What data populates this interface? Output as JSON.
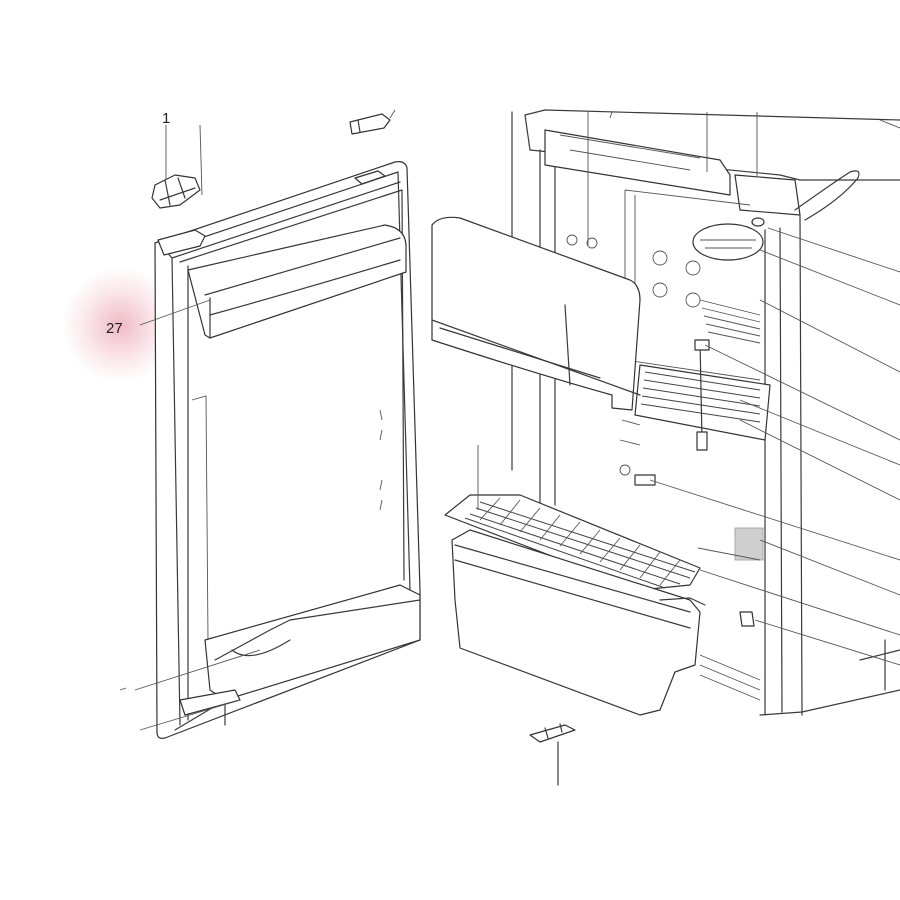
{
  "diagram": {
    "callouts": [
      {
        "id": "callout-1",
        "text": "1"
      },
      {
        "id": "callout-27",
        "text": "27"
      }
    ],
    "highlight_color": "#d63a5a",
    "line_color": "#3a3a3a"
  }
}
